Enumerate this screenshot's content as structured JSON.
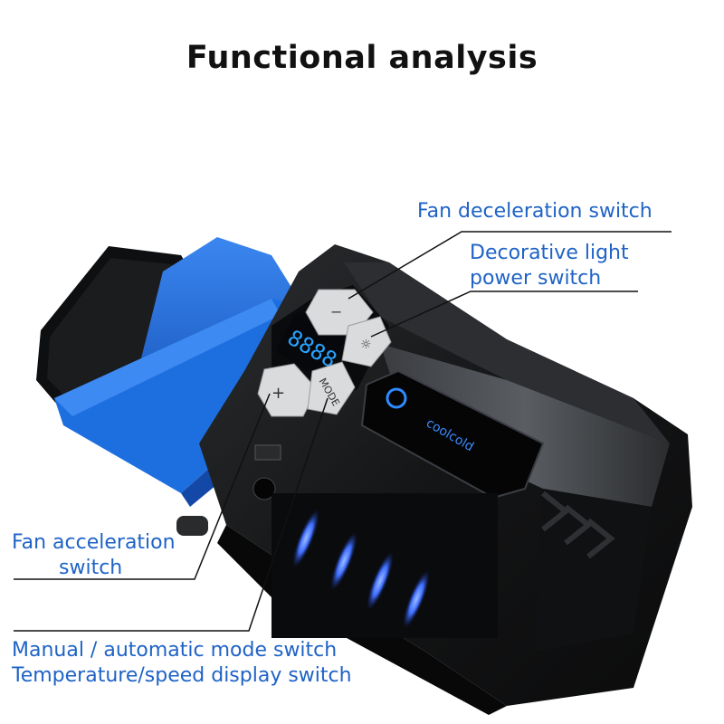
{
  "title": "Functional analysis",
  "callouts": {
    "fan_deceleration": "Fan deceleration switch",
    "decorative_light_line1": "Decorative light",
    "decorative_light_line2": "power switch",
    "fan_acceleration_line1": "Fan acceleration",
    "fan_acceleration_line2": "switch",
    "mode_switch": "Manual / automatic mode switch",
    "display_switch": "Temperature/speed display switch"
  },
  "device": {
    "display_digits": "8888",
    "mode_button_label": "MODE",
    "brand_logo_text": "coolcold",
    "colors": {
      "body": "#151617",
      "adapter_blue": "#1d6fe0",
      "led_blue": "#3f7cff",
      "display_blue": "#2aa3ff",
      "callout_text": "#1f63c6"
    }
  }
}
